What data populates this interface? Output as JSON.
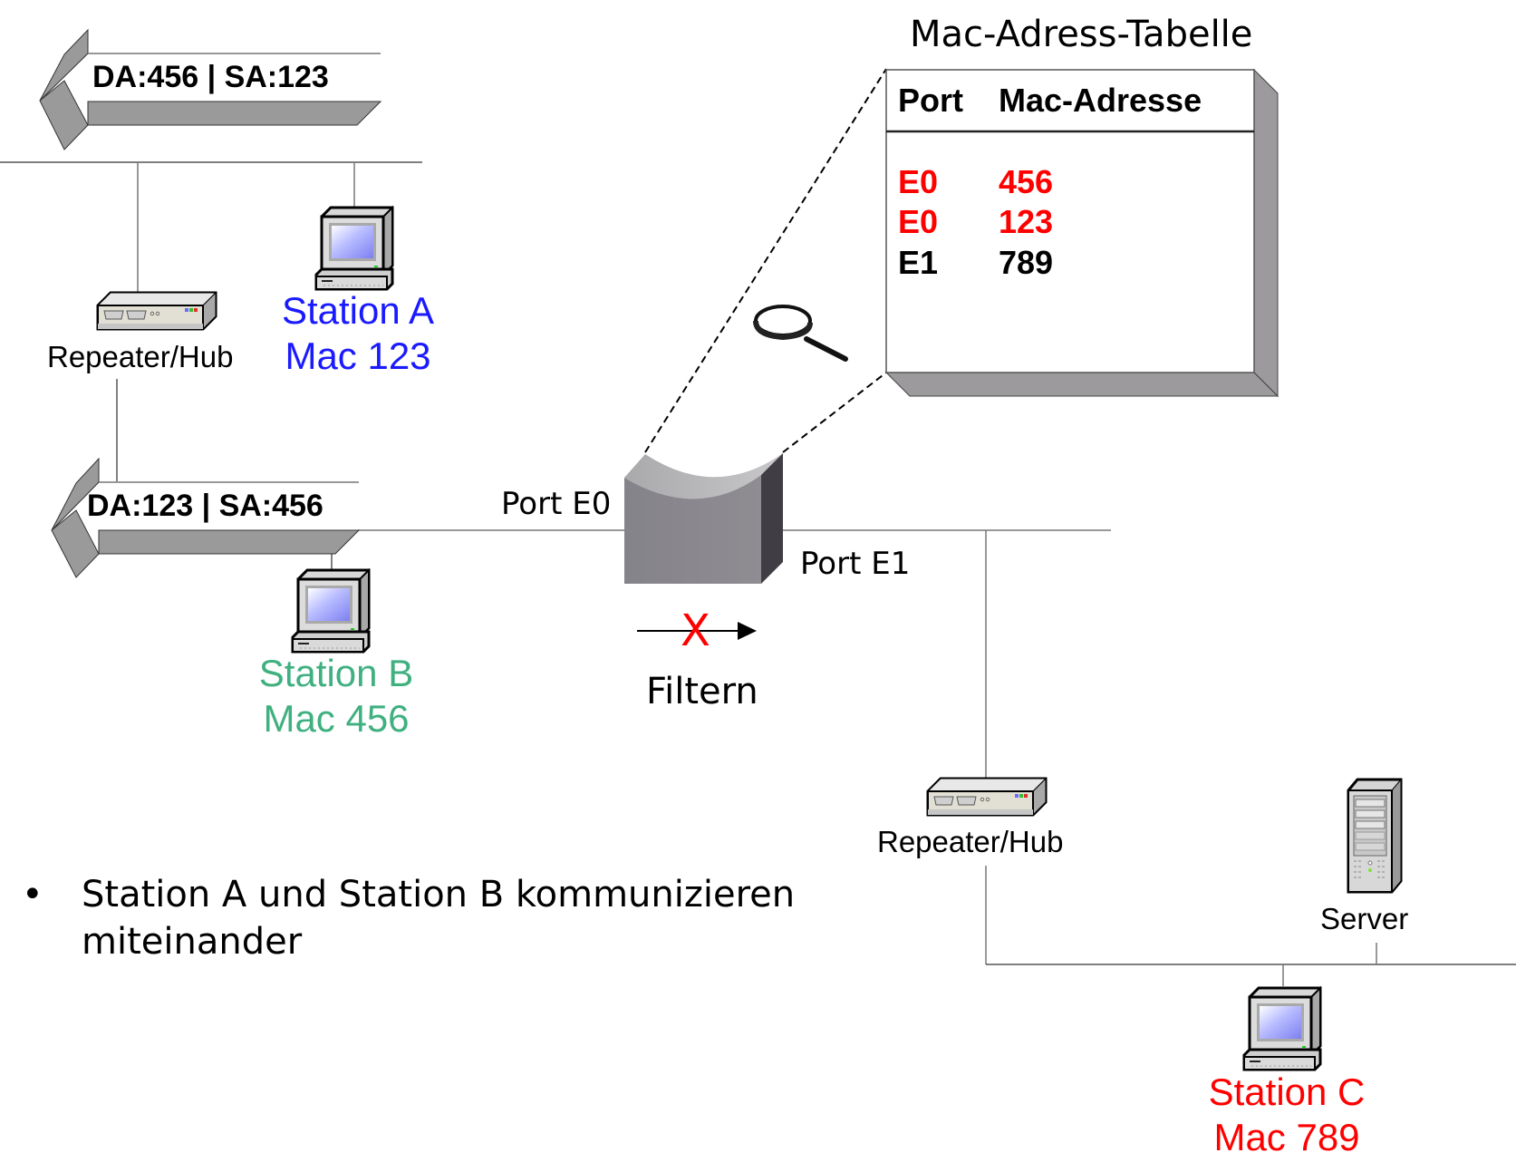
{
  "colors": {
    "station_a": "#1a1aff",
    "station_b": "#40b080",
    "station_c": "#ff0000",
    "highlight": "#ff0000",
    "normal": "#000000",
    "arrow_fill": "#9a9a9a",
    "switch_body": "#8a888c",
    "line": "#6e6e6e"
  },
  "frames": [
    {
      "label": "DA:456 | SA:123",
      "direction": "left"
    },
    {
      "label": "DA:123 | SA:456",
      "direction": "left"
    }
  ],
  "devices": {
    "hub_top": {
      "label": "Repeater/Hub",
      "icon": "hub-icon"
    },
    "hub_bottom": {
      "label": "Repeater/Hub",
      "icon": "hub-icon"
    },
    "server": {
      "label": "Server",
      "icon": "server-icon"
    },
    "switch": {
      "icon": "switch-icon"
    }
  },
  "stations": [
    {
      "name": "Station A",
      "mac": "Mac 123",
      "color_key": "station_a",
      "icon": "computer-icon"
    },
    {
      "name": "Station B",
      "mac": "Mac 456",
      "color_key": "station_b",
      "icon": "computer-icon"
    },
    {
      "name": "Station C",
      "mac": "Mac 789",
      "color_key": "station_c",
      "icon": "computer-icon"
    }
  ],
  "ports": {
    "e0": "Port E0",
    "e1": "Port E1"
  },
  "mac_table": {
    "title": "Mac-Adress-Tabelle",
    "headers": [
      "Port",
      "Mac-Adresse"
    ],
    "rows": [
      {
        "port": "E0",
        "mac": "456",
        "highlighted": true
      },
      {
        "port": "E0",
        "mac": "123",
        "highlighted": true
      },
      {
        "port": "E1",
        "mac": "789",
        "highlighted": false
      }
    ]
  },
  "filter": {
    "label": "Filtern",
    "blocked_mark": "X"
  },
  "bullets": [
    "Station A und Station B kommunizieren miteinander"
  ],
  "bullet_lines": [
    "Station A und Station B kommunizieren",
    "miteinander"
  ],
  "bullet_symbol": "•"
}
